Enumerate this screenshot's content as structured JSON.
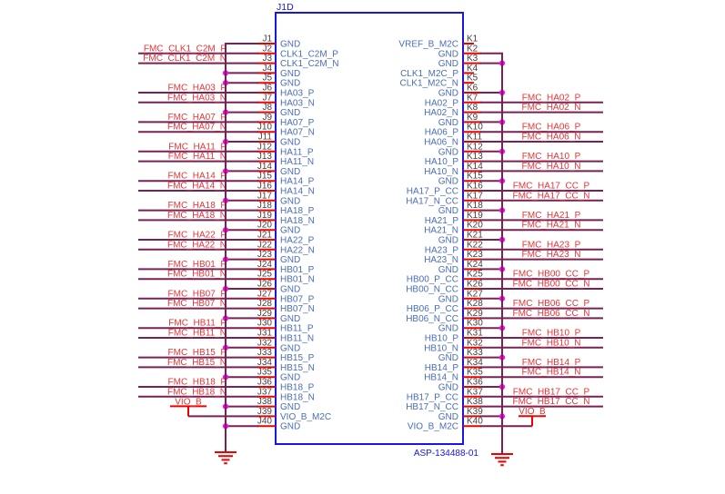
{
  "schematic": {
    "refdes": "J1D",
    "part_number": "ASP-134488-01",
    "left_pins": [
      {
        "num": "J1",
        "name": "GND",
        "type": "gnd"
      },
      {
        "num": "J2",
        "name": "CLK1_C2M_P",
        "type": "net",
        "net": "FMC_CLK1_C2M_P"
      },
      {
        "num": "J3",
        "name": "CLK1_C2M_N",
        "type": "net",
        "net": "FMC_CLK1_C2M_N"
      },
      {
        "num": "J4",
        "name": "GND",
        "type": "gnd"
      },
      {
        "num": "J5",
        "name": "GND",
        "type": "gnd"
      },
      {
        "num": "J6",
        "name": "HA03_P",
        "type": "net",
        "net": "FMC_HA03_P"
      },
      {
        "num": "J7",
        "name": "HA03_N",
        "type": "net",
        "net": "FMC_HA03_N"
      },
      {
        "num": "J8",
        "name": "GND",
        "type": "gnd"
      },
      {
        "num": "J9",
        "name": "HA07_P",
        "type": "net",
        "net": "FMC_HA07_P"
      },
      {
        "num": "J10",
        "name": "HA07_N",
        "type": "net",
        "net": "FMC_HA07_N"
      },
      {
        "num": "J11",
        "name": "GND",
        "type": "gnd"
      },
      {
        "num": "J12",
        "name": "HA11_P",
        "type": "net",
        "net": "FMC_HA11_P"
      },
      {
        "num": "J13",
        "name": "HA11_N",
        "type": "net",
        "net": "FMC_HA11_N"
      },
      {
        "num": "J14",
        "name": "GND",
        "type": "gnd"
      },
      {
        "num": "J15",
        "name": "HA14_P",
        "type": "net",
        "net": "FMC_HA14_P"
      },
      {
        "num": "J16",
        "name": "HA14_N",
        "type": "net",
        "net": "FMC_HA14_N"
      },
      {
        "num": "J17",
        "name": "GND",
        "type": "gnd"
      },
      {
        "num": "J18",
        "name": "HA18_P",
        "type": "net",
        "net": "FMC_HA18_P"
      },
      {
        "num": "J19",
        "name": "HA18_N",
        "type": "net",
        "net": "FMC_HA18_N"
      },
      {
        "num": "J20",
        "name": "GND",
        "type": "gnd"
      },
      {
        "num": "J21",
        "name": "HA22_P",
        "type": "net",
        "net": "FMC_HA22_P"
      },
      {
        "num": "J22",
        "name": "HA22_N",
        "type": "net",
        "net": "FMC_HA22_N"
      },
      {
        "num": "J23",
        "name": "GND",
        "type": "gnd"
      },
      {
        "num": "J24",
        "name": "HB01_P",
        "type": "net",
        "net": "FMC_HB01_P"
      },
      {
        "num": "J25",
        "name": "HB01_N",
        "type": "net",
        "net": "FMC_HB01_N"
      },
      {
        "num": "J26",
        "name": "GND",
        "type": "gnd"
      },
      {
        "num": "J27",
        "name": "HB07_P",
        "type": "net",
        "net": "FMC_HB07_P"
      },
      {
        "num": "J28",
        "name": "HB07_N",
        "type": "net",
        "net": "FMC_HB07_N"
      },
      {
        "num": "J29",
        "name": "GND",
        "type": "gnd"
      },
      {
        "num": "J30",
        "name": "HB11_P",
        "type": "net",
        "net": "FMC_HB11_P"
      },
      {
        "num": "J31",
        "name": "HB11_N",
        "type": "net",
        "net": "FMC_HB11_N"
      },
      {
        "num": "J32",
        "name": "GND",
        "type": "gnd"
      },
      {
        "num": "J33",
        "name": "HB15_P",
        "type": "net",
        "net": "FMC_HB15_P"
      },
      {
        "num": "J34",
        "name": "HB15_N",
        "type": "net",
        "net": "FMC_HB15_N"
      },
      {
        "num": "J35",
        "name": "GND",
        "type": "gnd"
      },
      {
        "num": "J36",
        "name": "HB18_P",
        "type": "net",
        "net": "FMC_HB18_P"
      },
      {
        "num": "J37",
        "name": "HB18_N",
        "type": "net",
        "net": "FMC_HB18_N"
      },
      {
        "num": "J38",
        "name": "GND",
        "type": "gnd"
      },
      {
        "num": "J39",
        "name": "VIO_B_M2C",
        "type": "vio",
        "net": "VIO_B"
      },
      {
        "num": "J40",
        "name": "GND",
        "type": "gnd"
      }
    ],
    "right_pins": [
      {
        "num": "K1",
        "name": "VREF_B_M2C",
        "type": "open"
      },
      {
        "num": "K2",
        "name": "GND",
        "type": "gnd"
      },
      {
        "num": "K3",
        "name": "GND",
        "type": "gnd"
      },
      {
        "num": "K4",
        "name": "CLK1_M2C_P",
        "type": "open"
      },
      {
        "num": "K5",
        "name": "CLK1_M2C_N",
        "type": "open"
      },
      {
        "num": "K6",
        "name": "GND",
        "type": "gnd"
      },
      {
        "num": "K7",
        "name": "HA02_P",
        "type": "net",
        "net": "FMC_HA02_P"
      },
      {
        "num": "K8",
        "name": "HA02_N",
        "type": "net",
        "net": "FMC_HA02_N"
      },
      {
        "num": "K9",
        "name": "GND",
        "type": "gnd"
      },
      {
        "num": "K10",
        "name": "HA06_P",
        "type": "net",
        "net": "FMC_HA06_P"
      },
      {
        "num": "K11",
        "name": "HA06_N",
        "type": "net",
        "net": "FMC_HA06_N"
      },
      {
        "num": "K12",
        "name": "GND",
        "type": "gnd"
      },
      {
        "num": "K13",
        "name": "HA10_P",
        "type": "net",
        "net": "FMC_HA10_P"
      },
      {
        "num": "K14",
        "name": "HA10_N",
        "type": "net",
        "net": "FMC_HA10_N"
      },
      {
        "num": "K15",
        "name": "GND",
        "type": "gnd"
      },
      {
        "num": "K16",
        "name": "HA17_P_CC",
        "type": "net",
        "net": "FMC_HA17_CC_P"
      },
      {
        "num": "K17",
        "name": "HA17_N_CC",
        "type": "net",
        "net": "FMC_HA17_CC_N"
      },
      {
        "num": "K18",
        "name": "GND",
        "type": "gnd"
      },
      {
        "num": "K19",
        "name": "HA21_P",
        "type": "net",
        "net": "FMC_HA21_P"
      },
      {
        "num": "K20",
        "name": "HA21_N",
        "type": "net",
        "net": "FMC_HA21_N"
      },
      {
        "num": "K21",
        "name": "GND",
        "type": "gnd"
      },
      {
        "num": "K22",
        "name": "HA23_P",
        "type": "net",
        "net": "FMC_HA23_P"
      },
      {
        "num": "K23",
        "name": "HA23_N",
        "type": "net",
        "net": "FMC_HA23_N"
      },
      {
        "num": "K24",
        "name": "GND",
        "type": "gnd"
      },
      {
        "num": "K25",
        "name": "HB00_P_CC",
        "type": "net",
        "net": "FMC_HB00_CC_P"
      },
      {
        "num": "K26",
        "name": "HB00_N_CC",
        "type": "net",
        "net": "FMC_HB00_CC_N"
      },
      {
        "num": "K27",
        "name": "GND",
        "type": "gnd"
      },
      {
        "num": "K28",
        "name": "HB06_P_CC",
        "type": "net",
        "net": "FMC_HB06_CC_P"
      },
      {
        "num": "K29",
        "name": "HB06_N_CC",
        "type": "net",
        "net": "FMC_HB06_CC_N"
      },
      {
        "num": "K30",
        "name": "GND",
        "type": "gnd"
      },
      {
        "num": "K31",
        "name": "HB10_P",
        "type": "net",
        "net": "FMC_HB10_P"
      },
      {
        "num": "K32",
        "name": "HB10_N",
        "type": "net",
        "net": "FMC_HB10_N"
      },
      {
        "num": "K33",
        "name": "GND",
        "type": "gnd"
      },
      {
        "num": "K34",
        "name": "HB14_P",
        "type": "net",
        "net": "FMC_HB14_P"
      },
      {
        "num": "K35",
        "name": "HB14_N",
        "type": "net",
        "net": "FMC_HB14_N"
      },
      {
        "num": "K36",
        "name": "GND",
        "type": "gnd"
      },
      {
        "num": "K37",
        "name": "HB17_P_CC",
        "type": "net",
        "net": "FMC_HB17_CC_P"
      },
      {
        "num": "K38",
        "name": "HB17_N_CC",
        "type": "net",
        "net": "FMC_HB17_CC_N"
      },
      {
        "num": "K39",
        "name": "GND",
        "type": "gnd"
      },
      {
        "num": "K40",
        "name": "VIO_B_M2C",
        "type": "vio",
        "net": "VIO_B"
      }
    ]
  },
  "colors": {
    "body_outline": "#1616e6",
    "pin_name_text": "#4a6db8",
    "pin_number_text": "#404040",
    "net_label_text": "#e83333",
    "wire": "#7a2153",
    "pin_stub": "#ee0000",
    "junction_dot": "#ff00ff",
    "ground": "#ee0000"
  }
}
